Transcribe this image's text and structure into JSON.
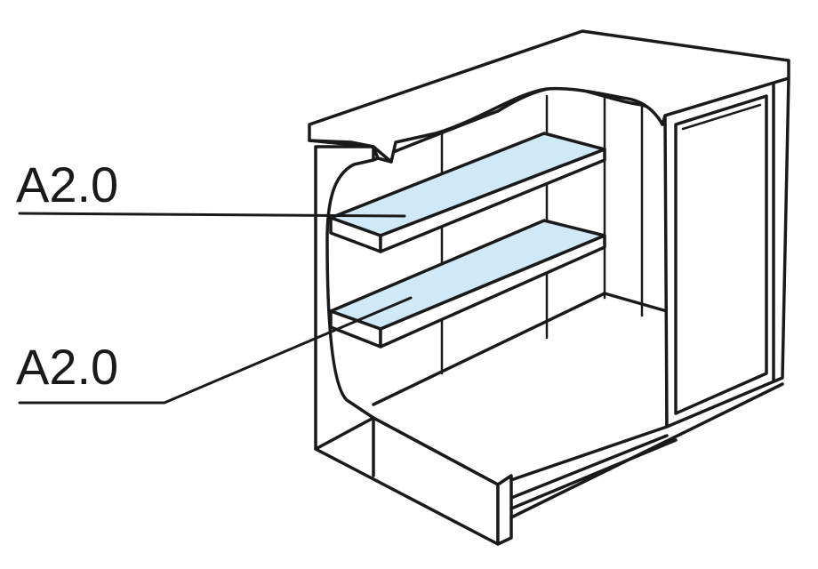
{
  "callouts": [
    {
      "label": "A2.0",
      "target": "upper-shelf"
    },
    {
      "label": "A2.0",
      "target": "lower-shelf"
    }
  ],
  "colors": {
    "line": "#1a1a1a",
    "shelf_fill": "#cfe9f8",
    "background": "#ffffff"
  }
}
